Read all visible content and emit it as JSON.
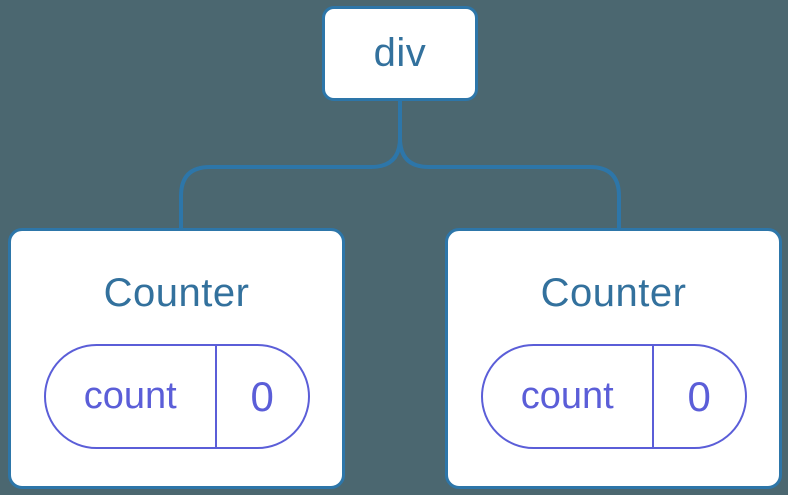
{
  "colors": {
    "background": "#4b6770",
    "tree_accent": "#2d76a9",
    "node_text": "#33719d",
    "state_accent": "#5b5ed8",
    "node_bg": "#ffffff"
  },
  "tree": {
    "root": {
      "label": "div"
    },
    "children": [
      {
        "label": "Counter",
        "state": {
          "key": "count",
          "value": "0"
        }
      },
      {
        "label": "Counter",
        "state": {
          "key": "count",
          "value": "0"
        }
      }
    ]
  }
}
